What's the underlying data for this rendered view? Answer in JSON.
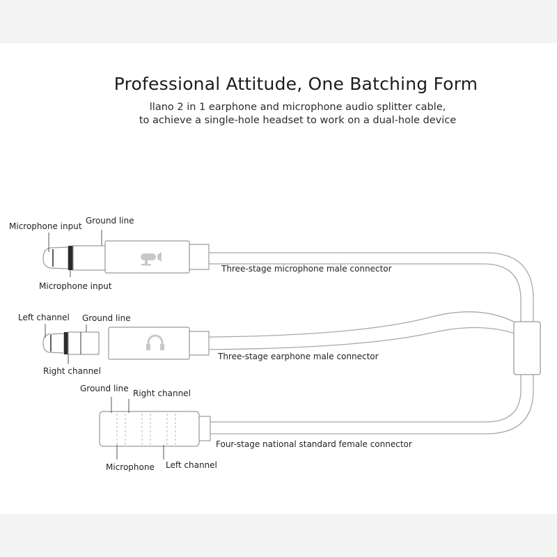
{
  "header": {
    "title": "Professional Attitude, One Batching Form",
    "subtitle_line1": "llano 2 in 1 earphone and microphone audio splitter cable,",
    "subtitle_line2": "to achieve a single-hole headset to work on a dual-hole device"
  },
  "connectors": {
    "microphone_male": {
      "name": "Three-stage microphone male connector",
      "icon": "microphone-icon",
      "labels": {
        "tip": "Microphone input",
        "ground": "Ground line",
        "ring": "Microphone input"
      }
    },
    "earphone_male": {
      "name": "Three-stage earphone male connector",
      "icon": "headphones-icon",
      "labels": {
        "tip": "Left channel",
        "ground": "Ground line",
        "ring": "Right channel"
      }
    },
    "female": {
      "name": "Four-stage national standard female connector",
      "labels": {
        "ground": "Ground line",
        "right": "Right channel",
        "microphone": "Microphone",
        "left": "Left channel"
      }
    }
  }
}
